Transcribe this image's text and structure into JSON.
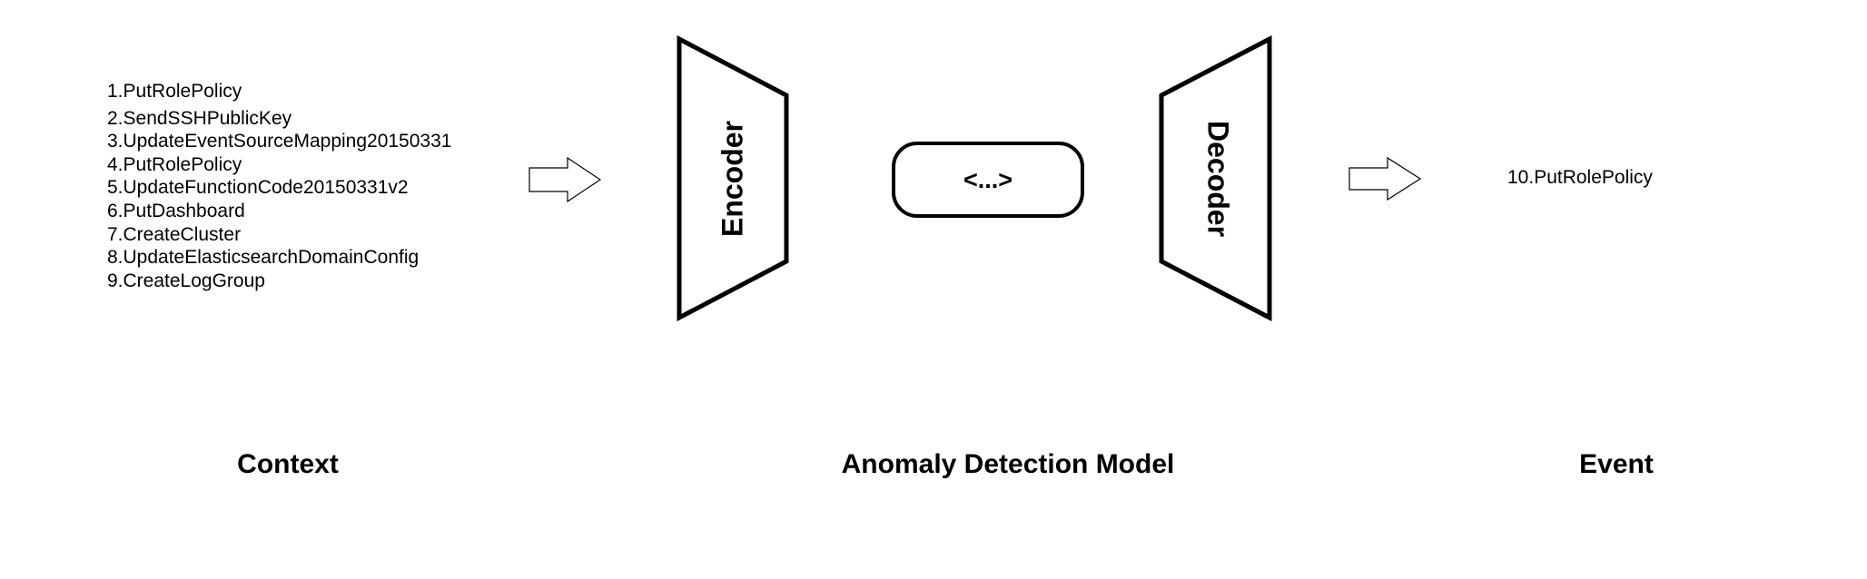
{
  "context": {
    "items": [
      "1.PutRolePolicy",
      "2.SendSSHPublicKey",
      "3.UpdateEventSourceMapping20150331",
      "4.PutRolePolicy",
      "5.UpdateFunctionCode20150331v2",
      "6.PutDashboard",
      "7.CreateCluster",
      "8.UpdateElasticsearchDomainConfig",
      "9.CreateLogGroup"
    ],
    "label": "Context"
  },
  "model": {
    "encoder_label": "Encoder",
    "latent_label": "<...>",
    "decoder_label": "Decoder",
    "label": "Anomaly Detection Model"
  },
  "event": {
    "item": "10.PutRolePolicy",
    "label": "Event"
  },
  "colors": {
    "stroke": "#000000",
    "background": "#ffffff"
  }
}
